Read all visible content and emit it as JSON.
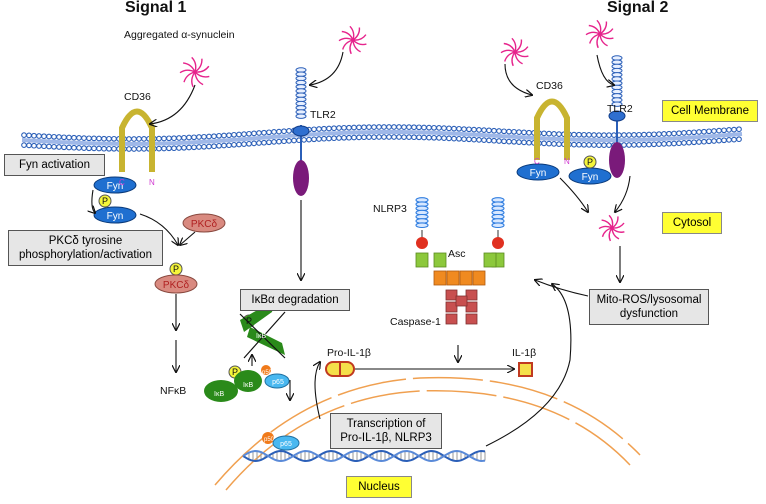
{
  "headers": {
    "signal1": "Signal 1",
    "signal2": "Signal 2"
  },
  "labels": {
    "aggregated": "Aggregated α-synuclein",
    "cd36_left": "CD36",
    "cd36_right": "CD36",
    "tlr2_left": "TLR2",
    "tlr2_right": "TLR2",
    "nlrp3": "NLRP3",
    "asc": "Asc",
    "caspase1": "Caspase-1",
    "pro_il1b": "Pro-IL-1β",
    "il1b": "IL-1β",
    "nfkb": "NFκB",
    "fyn": "Fyn",
    "p": "P",
    "pkcd": "PKCδ",
    "ikb": "IκB",
    "p50": "p50",
    "p65": "p65",
    "c": "C",
    "n": "N"
  },
  "boxes": {
    "fyn_activation": "Fyn activation",
    "pkcd_line1": "PKCδ tyrosine",
    "pkcd_line2": "phosphorylation/activation",
    "ikba_degradation": "IκBα degradation",
    "transcription_line1": "Transcription of",
    "transcription_line2": "Pro-IL-1β, NLRP3",
    "mito_line1": "Mito-ROS/lysosomal",
    "mito_line2": "dysfunction"
  },
  "compartments": {
    "membrane": "Cell Membrane",
    "cytosol": "Cytosol",
    "nucleus": "Nucleus"
  },
  "colors": {
    "membrane_blue": "#2b5fb8",
    "cd36_gold": "#c8b430",
    "tlr2_purple": "#7a1a7a",
    "fyn_blue": "#1f6fd0",
    "synuclein_magenta": "#e6248c",
    "nlrp3_blue": "#2f7de0",
    "nlrp3_red": "#e03020",
    "asc_green": "#8cc83c",
    "asc_orange": "#f08a20",
    "caspase_red": "#c85050",
    "ikb_green": "#2a8a1a",
    "p65_cyan": "#49b8f0",
    "p50_orange": "#f07a1a",
    "label_yellow": "#ffff33",
    "nucleus_orange": "#f0a050"
  }
}
